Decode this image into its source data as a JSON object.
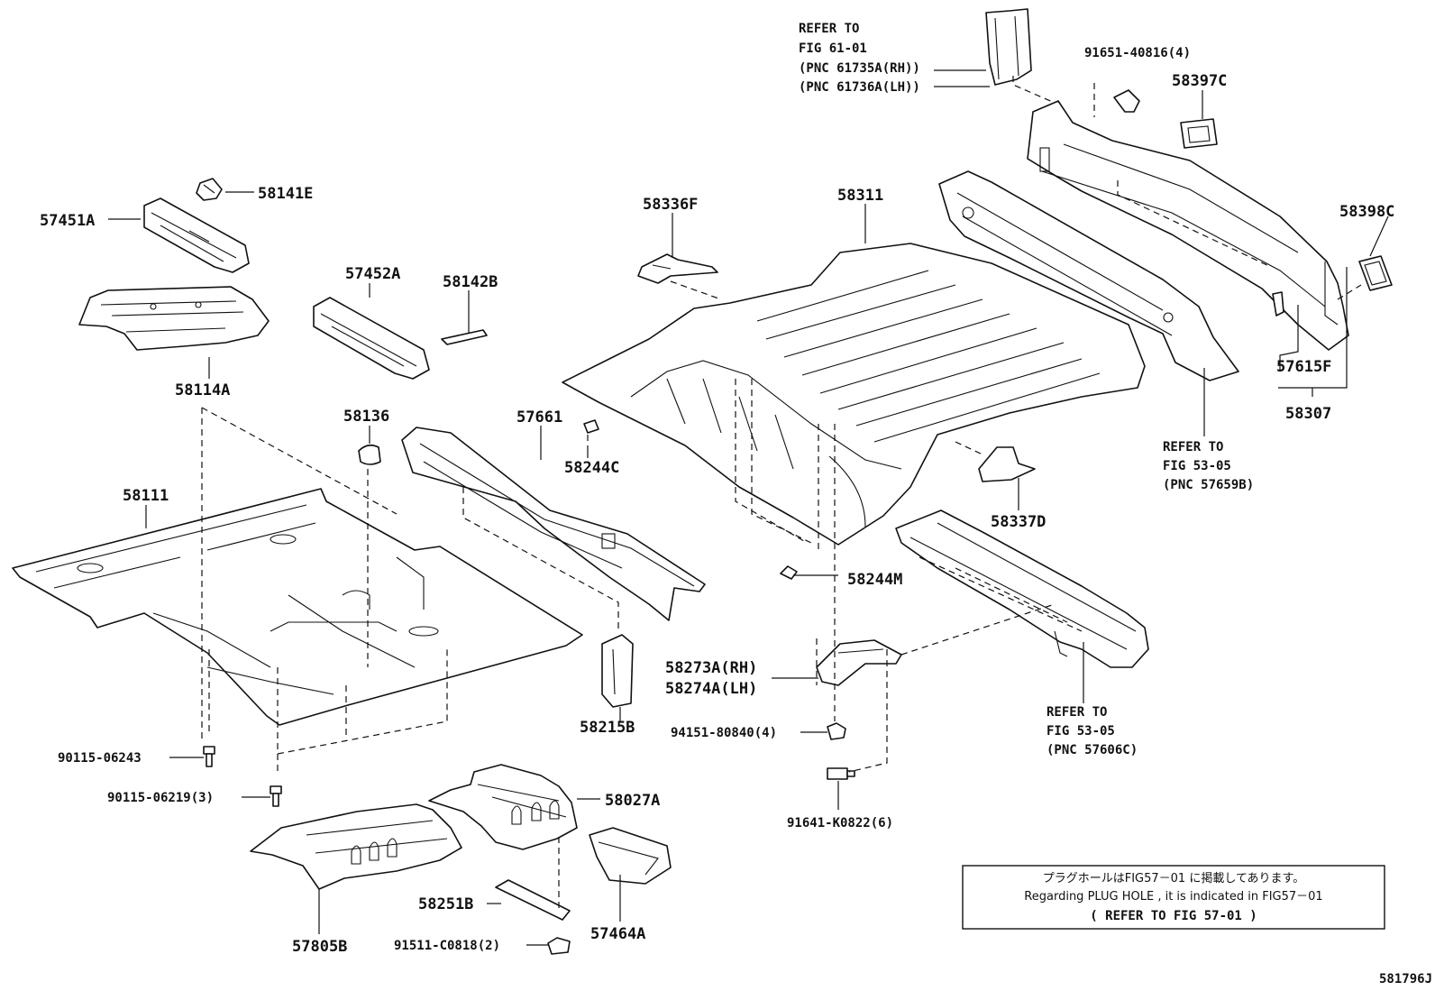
{
  "diagram_code": "581796J",
  "note": {
    "line1": "プラグホールはFIG57－01 に掲載してあります。",
    "line2": "Regarding PLUG HOLE , it is indicated in FIG57－01",
    "line3": "( REFER TO FIG 57-01 )"
  },
  "references": {
    "fig61": [
      "REFER TO",
      "FIG 61-01",
      "(PNC 61735A(RH))",
      "(PNC 61736A(LH))"
    ],
    "fig53_a": [
      "REFER TO",
      "FIG 53-05",
      "(PNC 57659B)"
    ],
    "fig53_b": [
      "REFER TO",
      "FIG 53-05",
      "(PNC 57606C)"
    ]
  },
  "parts": {
    "p58141E": "58141E",
    "p57451A": "57451A",
    "p58114A": "58114A",
    "p57452A": "57452A",
    "p58142B": "58142B",
    "p58136": "58136",
    "p58111": "58111",
    "p57661": "57661",
    "p58244C": "58244C",
    "p58336F": "58336F",
    "p58311": "58311",
    "p58397C": "58397C",
    "p58398C": "58398C",
    "p57615F": "57615F",
    "p58307": "58307",
    "p58337D": "58337D",
    "p58244M": "58244M",
    "p58273A": "58273A(RH)",
    "p58274A": "58274A(LH)",
    "p58215B": "58215B",
    "p58027A": "58027A",
    "p57805B": "57805B",
    "p58251B": "58251B",
    "p57464A": "57464A"
  },
  "fasteners": {
    "f91651": "91651-40816(4)",
    "f90115_06243": "90115-06243",
    "f90115_06219": "90115-06219(3)",
    "f94151": "94151-80840(4)",
    "f91641": "91641-K0822(6)",
    "f91511": "91511-C0818(2)"
  }
}
